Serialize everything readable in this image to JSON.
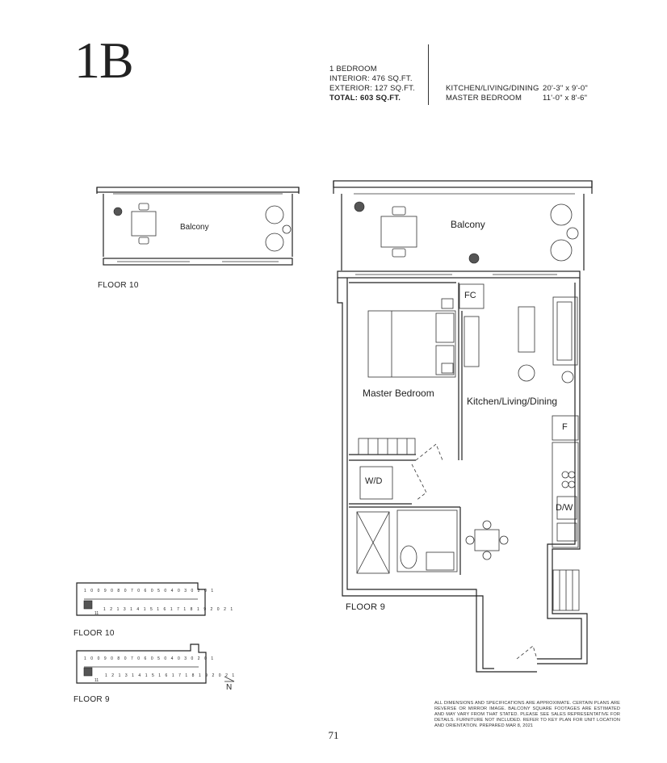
{
  "unit": {
    "title": "1B"
  },
  "specs": {
    "bedrooms": "1 BEDROOM",
    "interior": "INTERIOR: 476 SQ.FT.",
    "exterior": "EXTERIOR: 127 SQ.FT.",
    "total": "TOTAL: 603 SQ.FT."
  },
  "dimensions": [
    {
      "room": "KITCHEN/LIVING/DINING",
      "size": "20'-3\" x 9'-0\""
    },
    {
      "room": "MASTER BEDROOM",
      "size": "11'-0\" x 8'-6\""
    }
  ],
  "floor10_plan": {
    "balcony_label": "Balcony",
    "caption": "FLOOR 10"
  },
  "floor9_plan": {
    "balcony_label": "Balcony",
    "fc_label": "FC",
    "bedroom_label": "Master Bedroom",
    "kitchen_label": "Kitchen/Living/Dining",
    "fridge_label": "F",
    "washer_label": "W/D",
    "dishwasher_label": "D/W",
    "caption": "FLOOR 9"
  },
  "key_plans": {
    "floor10": {
      "caption": "FLOOR 10",
      "top_units": [
        "10",
        "09",
        "08",
        "07",
        "06",
        "05",
        "04",
        "03",
        "02",
        "01"
      ],
      "bottom_units": [
        "12",
        "13",
        "14",
        "15",
        "16",
        "17",
        "18",
        "19",
        "20",
        "21"
      ],
      "side_unit": "11"
    },
    "floor9": {
      "caption": "FLOOR 9",
      "top_units": [
        "10",
        "09",
        "08",
        "07",
        "06",
        "05",
        "04",
        "03",
        "02",
        "01"
      ],
      "bottom_units": [
        "12",
        "13",
        "14",
        "15",
        "16",
        "17",
        "18",
        "19",
        "20",
        "21"
      ],
      "side_unit": "11"
    },
    "north_label": "N"
  },
  "disclaimer": "ALL DIMENSIONS AND SPECIFICATIONS ARE APPROXIMATE. CERTAIN PLANS ARE REVERSE OR MIRROR IMAGE. BALCONY SQUARE FOOTAGES ARE ESTIMATED AND MAY VARY FROM THAT STATED. PLEASE SEE SALES REPRESENTATIVE FOR DETAILS. FURNITURE NOT INCLUDED. REFER TO KEY PLAN FOR UNIT LOCATION AND ORIENTATION. PREPARED MAR 8, 2021",
  "page_number": "71"
}
